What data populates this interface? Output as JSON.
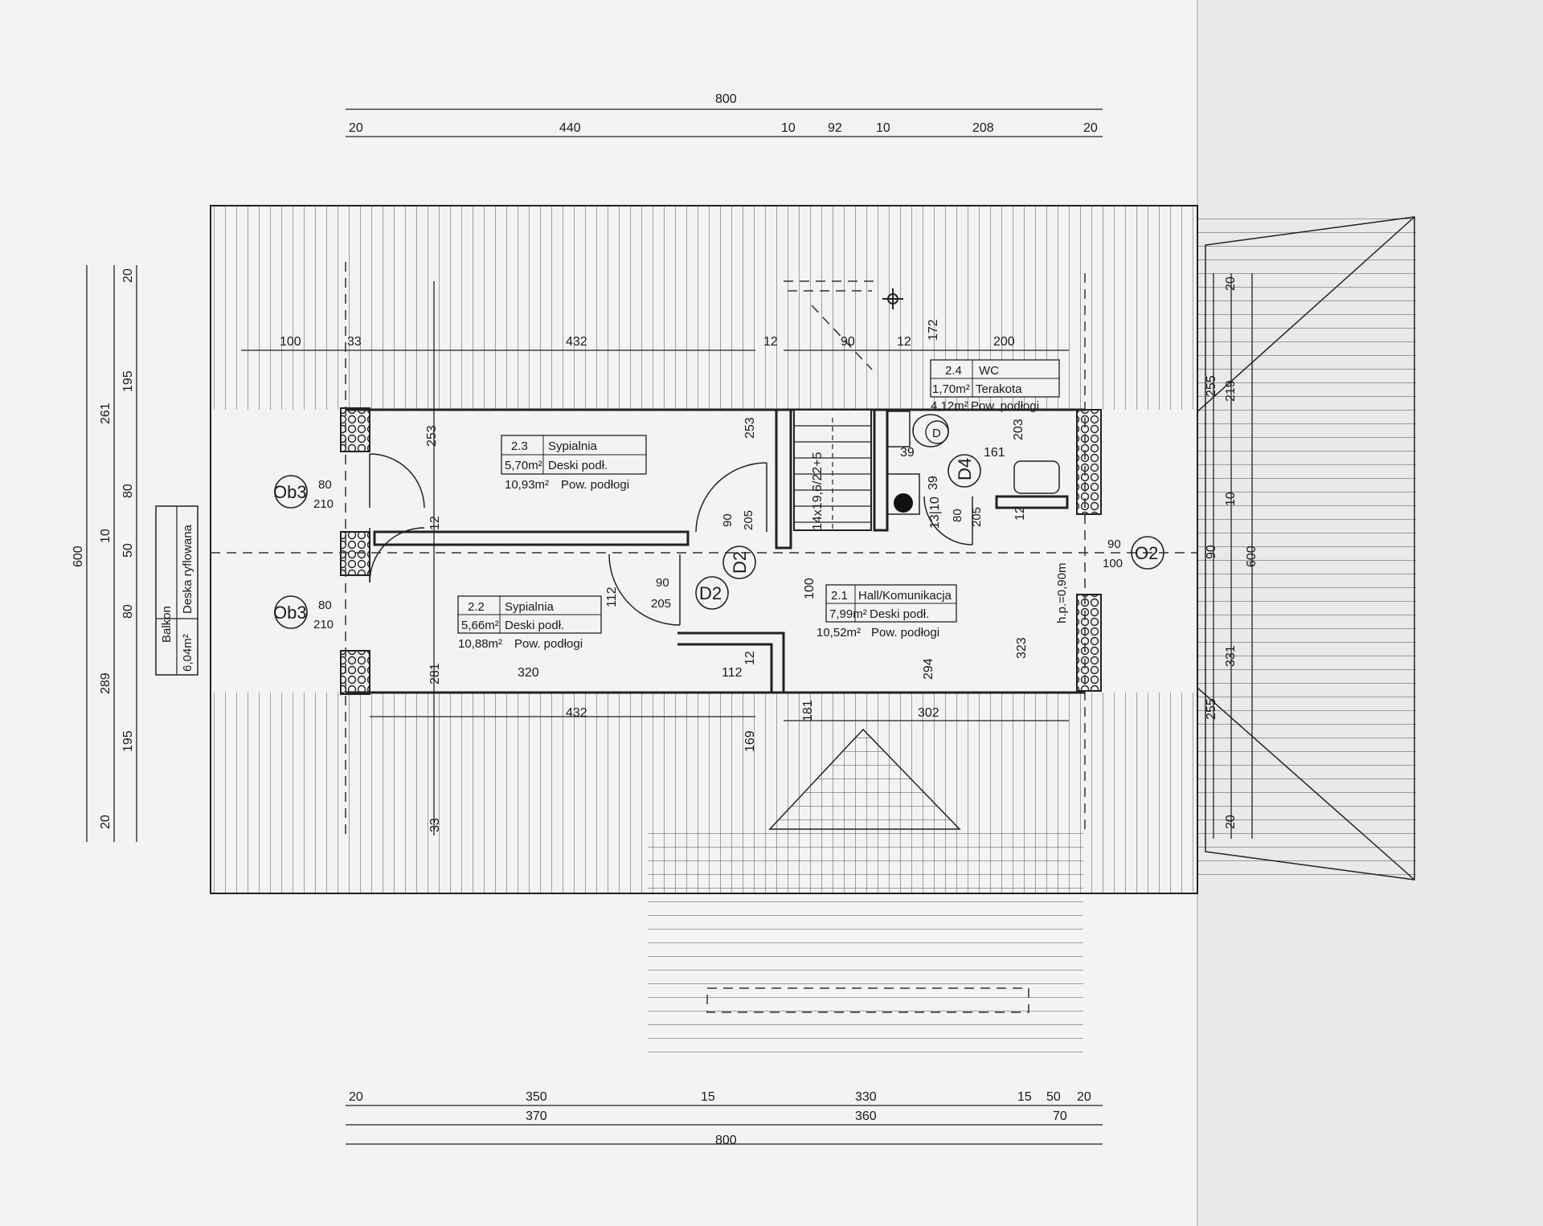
{
  "dims": {
    "top_total": "800",
    "top_segments": [
      "20",
      "440",
      "10",
      "92",
      "10",
      "208",
      "20"
    ],
    "bottom_row1": [
      "20",
      "350",
      "15",
      "330",
      "15",
      "50",
      "20"
    ],
    "bottom_row2": [
      "370",
      "360",
      "70"
    ],
    "bottom_total": "800",
    "left_total": "600",
    "left_a": [
      "261",
      "289"
    ],
    "left_b": [
      "20",
      "195",
      "80",
      "10",
      "50",
      "80",
      "195",
      "20"
    ],
    "right_outer": "600",
    "right_inner": [
      "20",
      "255",
      "219",
      "10",
      "90",
      "255",
      "331",
      "20"
    ]
  },
  "rooms": [
    {
      "num": "2.3",
      "name": "Sypialnia",
      "area1": "5,70m²",
      "finish": "Deski podł.",
      "area2": "10,93m²",
      "area2_label": "Pow. podłogi"
    },
    {
      "num": "2.2",
      "name": "Sypialnia",
      "area1": "5,66m²",
      "finish": "Deski podł.",
      "area2": "10,88m²",
      "area2_label": "Pow. podłogi"
    },
    {
      "num": "2.1",
      "name": "Hall/Komunikacja",
      "area1": "7,99m²",
      "finish": "Deski podł.",
      "area2": "10,52m²",
      "area2_label": "Pow. podłogi"
    },
    {
      "num": "2.4",
      "name": "WC",
      "area1": "1,70m²",
      "finish": "Terakota",
      "area2": "4,12m²",
      "area2_label": "Pow. podłogi"
    }
  ],
  "balcony": {
    "name": "Balkon",
    "area": "6,04m²",
    "finish": "Deska ryflowana"
  },
  "openings": {
    "ob3": "Ob3",
    "ob3_w": "80",
    "ob3_h": "210",
    "d2": "D2",
    "d2_w": "90",
    "d2_h": "205",
    "d4": "D4",
    "d4_w": "80",
    "d4_h": "205",
    "o2": "O2",
    "o2_w": "90",
    "o2_h": "100",
    "d_fixture": "D",
    "hp": "h.p.=0,90m"
  },
  "inner_dims": {
    "d100": "100",
    "d33": "33",
    "d432a": "432",
    "d432b": "432",
    "d253a": "253",
    "d253b": "253",
    "d12": "12",
    "d90": "90",
    "d200": "200",
    "d172": "172",
    "d161": "161",
    "d203": "203",
    "d39a": "39",
    "d39b": "39",
    "d112a": "112",
    "d112b": "112",
    "d320": "320",
    "d281": "281",
    "d294": "294",
    "d323": "323",
    "d302": "302",
    "d181": "181",
    "d169": "169",
    "d33b": "33",
    "d1310": "13|10",
    "stairs": "14x19,6/22+5"
  }
}
